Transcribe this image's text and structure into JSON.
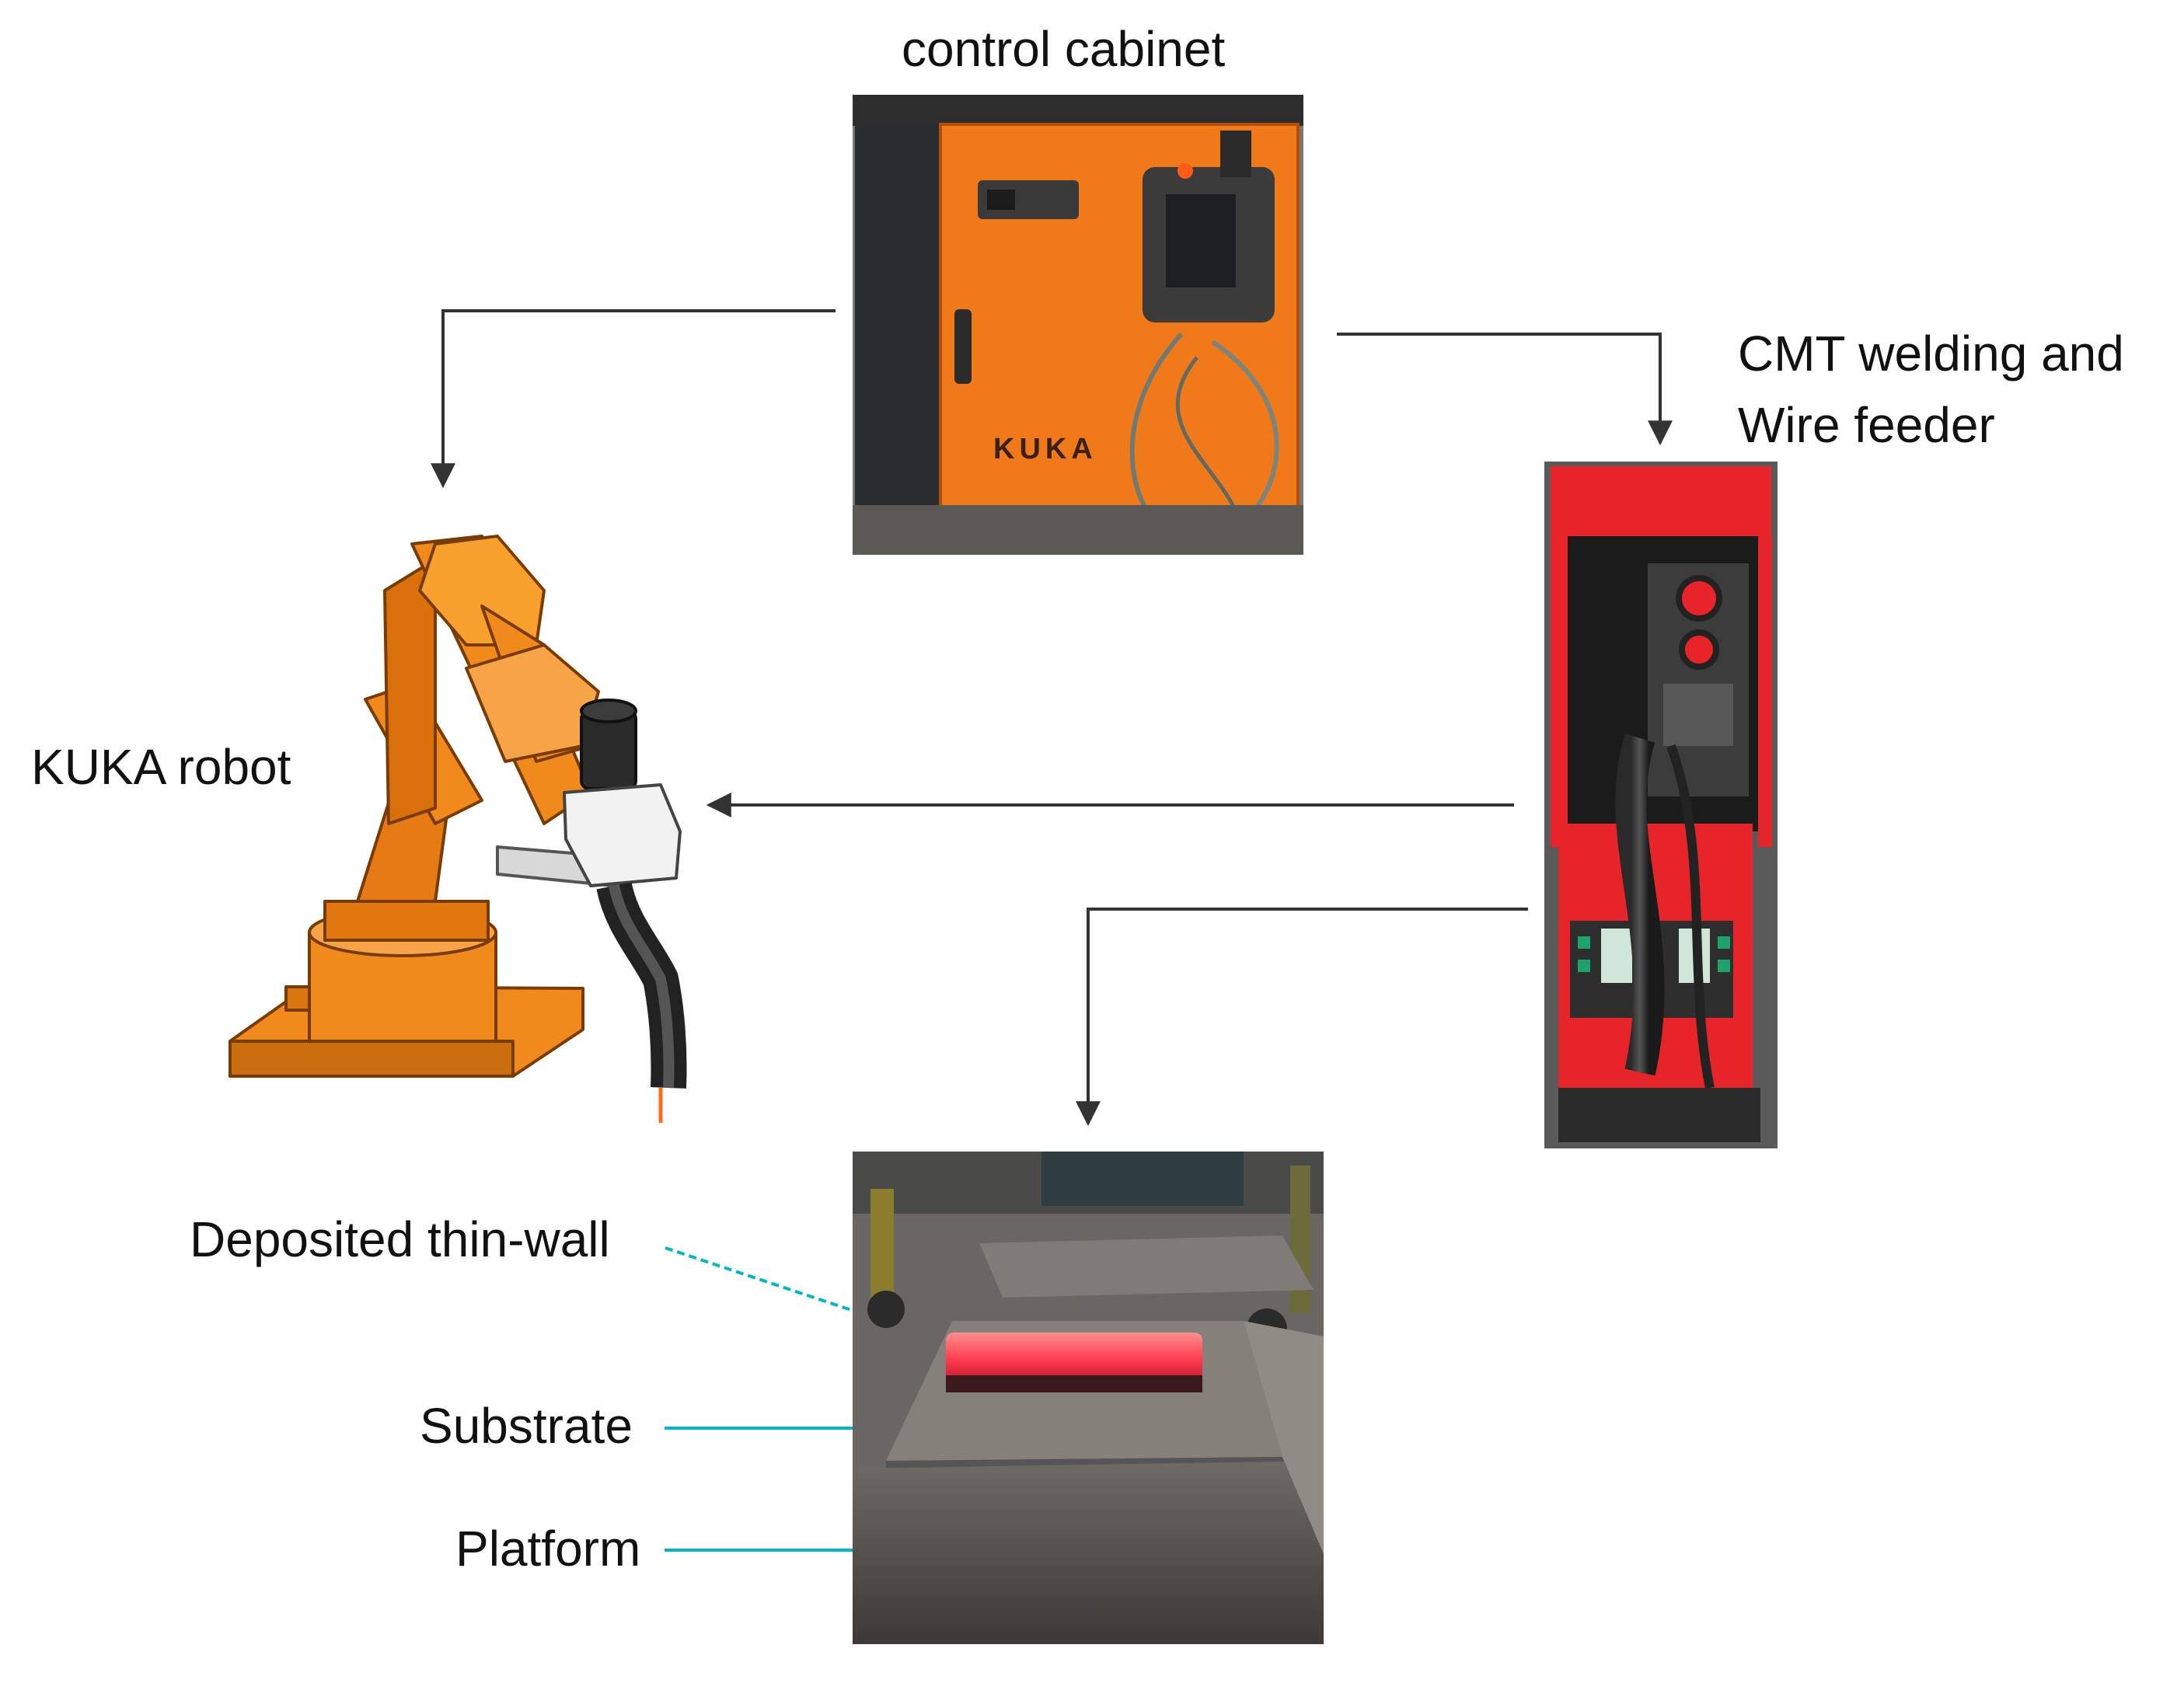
{
  "labels": {
    "control_cabinet": "control cabinet",
    "cmt_line1": "CMT welding and",
    "cmt_line2": "Wire feeder",
    "kuka_robot": "KUKA robot",
    "deposited": "Deposited thin-wall",
    "substrate": "Substrate",
    "platform": "Platform"
  },
  "photo_text": {
    "cabinet_brand": "KUKA"
  },
  "colors": {
    "arrow": "#333333",
    "leader": "#00b7c7",
    "robot_orange": "#f08a1c",
    "cabinet_orange": "#f07a1a",
    "welder_red": "#e8242b"
  }
}
